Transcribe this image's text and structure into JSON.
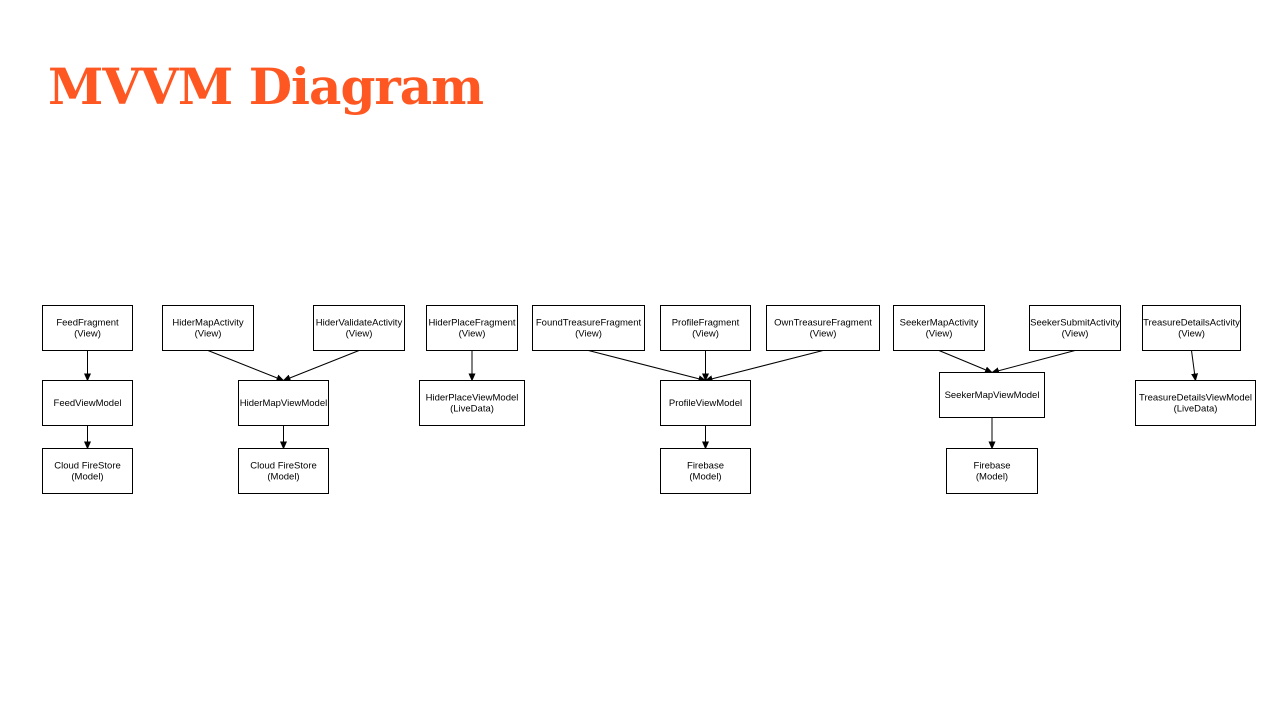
{
  "title": "MVVM Diagram",
  "colors": {
    "title": "#FF5722",
    "line": "#000000",
    "box_fill": "#ffffff"
  },
  "nodes": [
    {
      "id": "feedFragment",
      "lines": [
        "FeedFragment",
        "(View)"
      ]
    },
    {
      "id": "feedViewModel",
      "lines": [
        "FeedViewModel"
      ]
    },
    {
      "id": "cloudFirestore1",
      "lines": [
        "Cloud FireStore",
        "(Model)"
      ]
    },
    {
      "id": "hiderMapActivity",
      "lines": [
        "HiderMapActivity",
        "(View)"
      ]
    },
    {
      "id": "hiderValidateActivity",
      "lines": [
        "HiderValidateActivity",
        "(View)"
      ]
    },
    {
      "id": "hiderMapViewModel",
      "lines": [
        "HiderMapViewModel"
      ]
    },
    {
      "id": "cloudFirestore2",
      "lines": [
        "Cloud FireStore",
        "(Model)"
      ]
    },
    {
      "id": "hiderPlaceFragment",
      "lines": [
        "HiderPlaceFragment",
        "(View)"
      ]
    },
    {
      "id": "hiderPlaceViewModel",
      "lines": [
        "HiderPlaceViewModel",
        "(LiveData)"
      ]
    },
    {
      "id": "foundTreasureFragment",
      "lines": [
        "FoundTreasureFragment",
        "(View)"
      ]
    },
    {
      "id": "profileFragment",
      "lines": [
        "ProfileFragment",
        "(View)"
      ]
    },
    {
      "id": "ownTreasureFragment",
      "lines": [
        "OwnTreasureFragment",
        "(View)"
      ]
    },
    {
      "id": "profileViewModel",
      "lines": [
        "ProfileViewModel"
      ]
    },
    {
      "id": "firebase1",
      "lines": [
        "Firebase",
        "(Model)"
      ]
    },
    {
      "id": "seekerMapActivity",
      "lines": [
        "SeekerMapActivity",
        "(View)"
      ]
    },
    {
      "id": "seekerSubmitActivity",
      "lines": [
        "SeekerSubmitActivity",
        "(View)"
      ]
    },
    {
      "id": "seekerMapViewModel",
      "lines": [
        "SeekerMapViewModel"
      ]
    },
    {
      "id": "firebase2",
      "lines": [
        "Firebase",
        "(Model)"
      ]
    },
    {
      "id": "treasureDetailsActivity",
      "lines": [
        "TreasureDetailsActivity",
        "(View)"
      ]
    },
    {
      "id": "treasureDetailsViewModel",
      "lines": [
        "TreasureDetailsViewModel",
        "(LiveData)"
      ]
    }
  ],
  "edges": [
    {
      "from": "feedFragment",
      "to": "feedViewModel"
    },
    {
      "from": "feedViewModel",
      "to": "cloudFirestore1"
    },
    {
      "from": "hiderMapActivity",
      "to": "hiderMapViewModel"
    },
    {
      "from": "hiderValidateActivity",
      "to": "hiderMapViewModel"
    },
    {
      "from": "hiderMapViewModel",
      "to": "cloudFirestore2"
    },
    {
      "from": "hiderPlaceFragment",
      "to": "hiderPlaceViewModel"
    },
    {
      "from": "foundTreasureFragment",
      "to": "profileViewModel"
    },
    {
      "from": "profileFragment",
      "to": "profileViewModel"
    },
    {
      "from": "ownTreasureFragment",
      "to": "profileViewModel"
    },
    {
      "from": "profileViewModel",
      "to": "firebase1"
    },
    {
      "from": "seekerMapActivity",
      "to": "seekerMapViewModel"
    },
    {
      "from": "seekerSubmitActivity",
      "to": "seekerMapViewModel"
    },
    {
      "from": "seekerMapViewModel",
      "to": "firebase2"
    },
    {
      "from": "treasureDetailsActivity",
      "to": "treasureDetailsViewModel"
    }
  ]
}
